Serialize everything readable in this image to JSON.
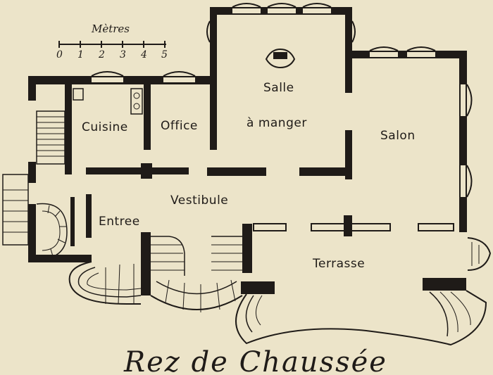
{
  "scale": {
    "unit_label": "Mètres",
    "ticks": [
      "0",
      "1",
      "2",
      "3",
      "4",
      "5"
    ]
  },
  "rooms": {
    "cuisine": "Cuisine",
    "office": "Office",
    "salle_line1": "Salle",
    "salle_line2": "à manger",
    "salon": "Salon",
    "vestibule": "Vestibule",
    "entree": "Entree",
    "terrasse": "Terrasse"
  },
  "title": "Rez de Chaussée",
  "colors": {
    "paper": "#ece4c9",
    "ink": "#1f1b18"
  }
}
